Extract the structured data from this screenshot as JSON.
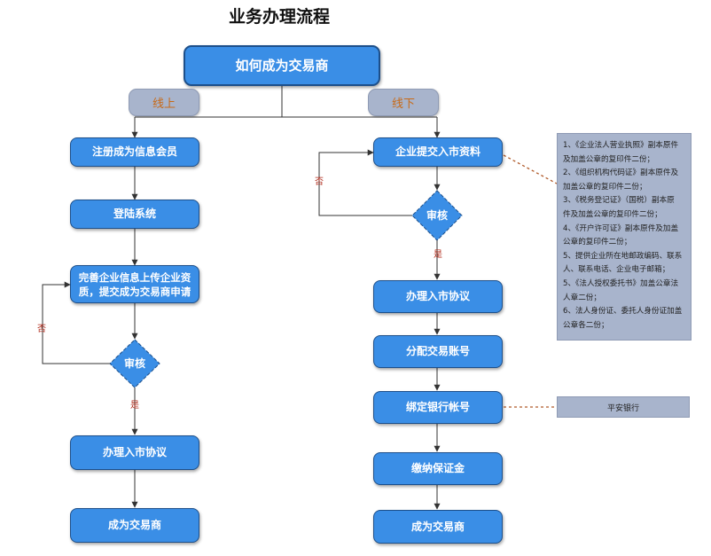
{
  "title": "业务办理流程",
  "top_node": "如何成为交易商",
  "branches": {
    "online": "线上",
    "offline": "线下"
  },
  "online": {
    "register": "注册成为信息会员",
    "login": "登陆系统",
    "complete_info": "完善企业信息上传企业资质，提交成为交易商申请",
    "review": "审核",
    "reject_label": "否",
    "approve_label": "是",
    "agreement": "办理入市协议",
    "become": "成为交易商"
  },
  "offline": {
    "submit": "企业提交入市资料",
    "review": "审核",
    "reject_label": "否",
    "approve_label": "是",
    "agreement": "办理入市协议",
    "assign_account": "分配交易账号",
    "bind_bank": "绑定银行帐号",
    "deposit": "缴纳保证金",
    "become": "成为交易商"
  },
  "materials_note": [
    "1、《企业法人营业执照》副本原件",
    "及加盖公章的复印件二份；",
    "2、《组织机构代码证》副本原件及",
    "加盖公章的复印件二份；",
    "3、《税务登记证》（国税）副本原",
    "件及加盖公章的复印件二份；",
    "4、《开户许可证》副本原件及加盖",
    "公章的复印件二份；",
    "5、提供企业所在地邮政编码、联系",
    "人、联系电话、企业电子邮箱；",
    "5、《法人授权委托书》加盖公章法",
    "人章二份；",
    "6、法人身份证、委托人身份证加盖",
    "公章各二份；"
  ],
  "bank_note": "平安银行",
  "colors": {
    "node_fill": "#3a8ee6",
    "node_border": "#1d4f8a",
    "tab_fill": "#a8b4cc",
    "tab_text": "#c86a17",
    "edge_label": "#b02a1a",
    "connector": "#333333",
    "dotted_connector": "#b05a2a"
  }
}
